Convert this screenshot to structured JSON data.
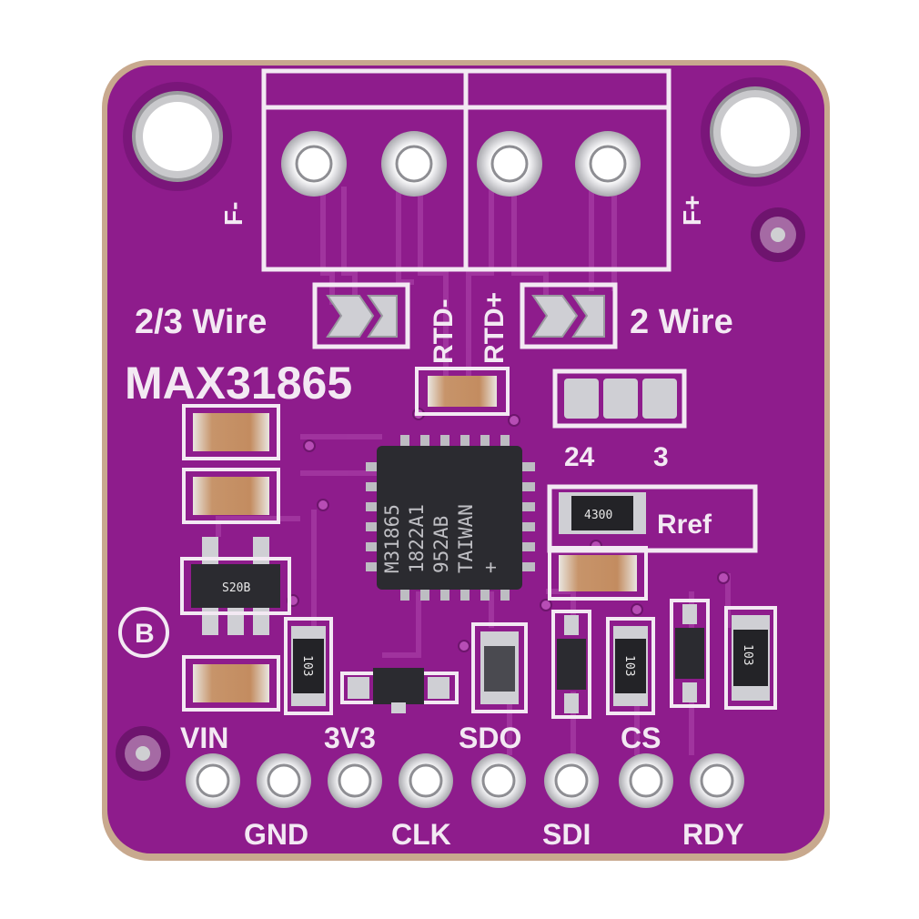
{
  "board": {
    "part_label": "MAX31865",
    "color_pcb": "#8e1c8c",
    "color_silk": "#f3e9f3",
    "color_pad": "#d9d9dc",
    "color_chip": "#2b2b30"
  },
  "terminal": {
    "force_minus": "F-",
    "force_plus": "F+",
    "rtd_minus": "RTD-",
    "rtd_plus": "RTD+"
  },
  "jumpers": {
    "left_label": "2/3 Wire",
    "right_label": "2 Wire",
    "three_pad_labels": [
      "24",
      "3"
    ]
  },
  "chip": {
    "lines": [
      "M31865",
      "1822A1",
      "952AB",
      "TAIWAN",
      "+"
    ]
  },
  "components": {
    "rref_label": "Rref",
    "rref_code": "4300",
    "resistor_codes": [
      "103",
      "103",
      "103"
    ],
    "regulator_code": "S20B",
    "revision_mark": "B"
  },
  "pins": {
    "top_row": [
      "VIN",
      "3V3",
      "SDO",
      "CS"
    ],
    "bottom_row": [
      "GND",
      "CLK",
      "SDI",
      "RDY"
    ]
  }
}
